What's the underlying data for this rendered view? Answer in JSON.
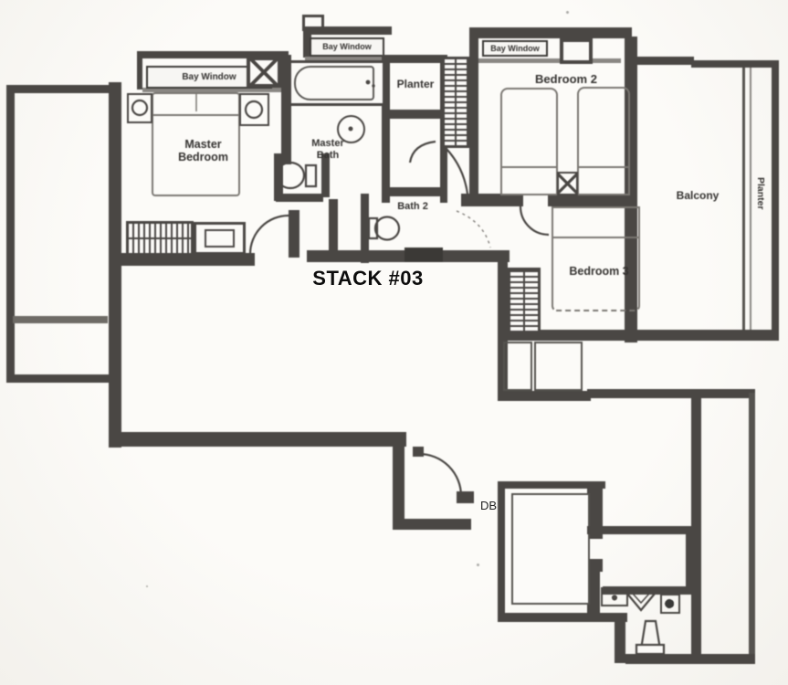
{
  "floor_plan": {
    "stack_label": "STACK #03",
    "db_label": "DB",
    "rooms": {
      "master_bedroom": "Master Bedroom",
      "master_bath": "Master Bath",
      "bedroom_2": "Bedroom 2",
      "bedroom_3": "Bedroom 3",
      "bath_2": "Bath 2",
      "balcony": "Balcony",
      "planter_top": "Planter",
      "planter_side": "Planter",
      "bay_window_master": "Bay Window",
      "bay_window_bath": "Bay Window",
      "bay_window_bedroom_2": "Bay Window"
    }
  },
  "colors": {
    "paper": "#fbfaf7",
    "wall": "#4a4744",
    "scan_text": "#343230",
    "overlay_text": "#0d0d0d",
    "furniture_line": "#7a7772"
  }
}
